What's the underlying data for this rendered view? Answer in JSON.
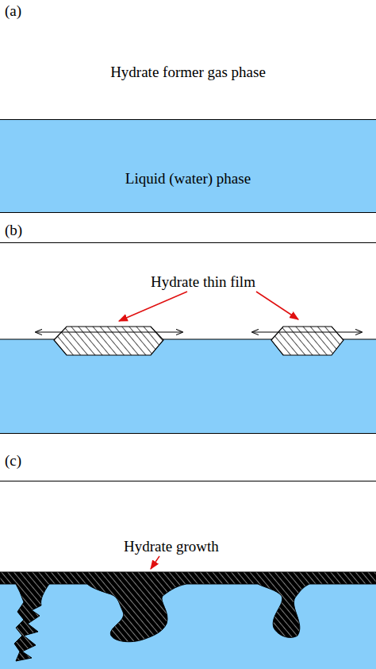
{
  "diagram": {
    "nodes": [
      {
        "text": [
          "Hydrate former gas phase"
        ]
      },
      {
        "text": [
          "Liquid (water) phase"
        ]
      }
    ],
    "labels": [
      "(a)",
      "(b)",
      "Hydrate thin film",
      "(c)",
      "Hydrate growth"
    ]
  }
}
